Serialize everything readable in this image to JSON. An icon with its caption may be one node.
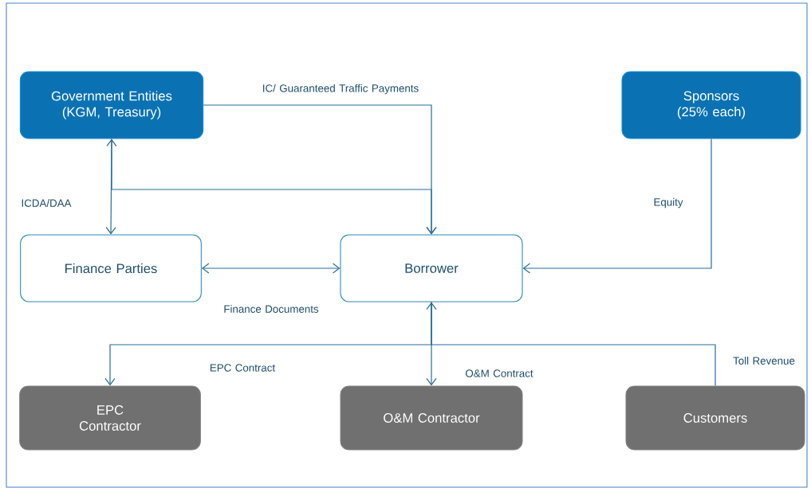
{
  "diagram": {
    "nodes": [
      {
        "text": [
          "Government Entities (KGM, Treasury)"
        ]
      },
      {
        "text": [
          "Sponsors (25% each)"
        ]
      },
      {
        "text": [
          "Finance Parties"
        ]
      },
      {
        "text": [
          "Borrower"
        ]
      },
      {
        "text": [
          "EPC Contractor"
        ]
      },
      {
        "text": [
          "O&M Contractor"
        ]
      },
      {
        "text": [
          "Customers"
        ]
      }
    ],
    "edges": [
      {
        "from": 0,
        "to": 3,
        "arrow": "to",
        "label": "IC/ Guaranteed Traffic Payments"
      },
      {
        "from": 0,
        "to": 2,
        "arrow": "both",
        "label": "ICDA/DAA"
      },
      {
        "from": 0,
        "to": 3,
        "arrow": "to"
      },
      {
        "from": 2,
        "to": 3,
        "arrow": "both",
        "label": "Finance Documents"
      },
      {
        "from": 1,
        "to": 3,
        "arrow": "to",
        "label": "Equity"
      },
      {
        "from": 3,
        "to": 4,
        "arrow": "to",
        "label": "EPC Contract"
      },
      {
        "from": 3,
        "to": 5,
        "arrow": "to",
        "label": "O&M Contract"
      },
      {
        "from": 6,
        "to": 3,
        "arrow": "to",
        "label": "Toll Revenue"
      }
    ]
  }
}
